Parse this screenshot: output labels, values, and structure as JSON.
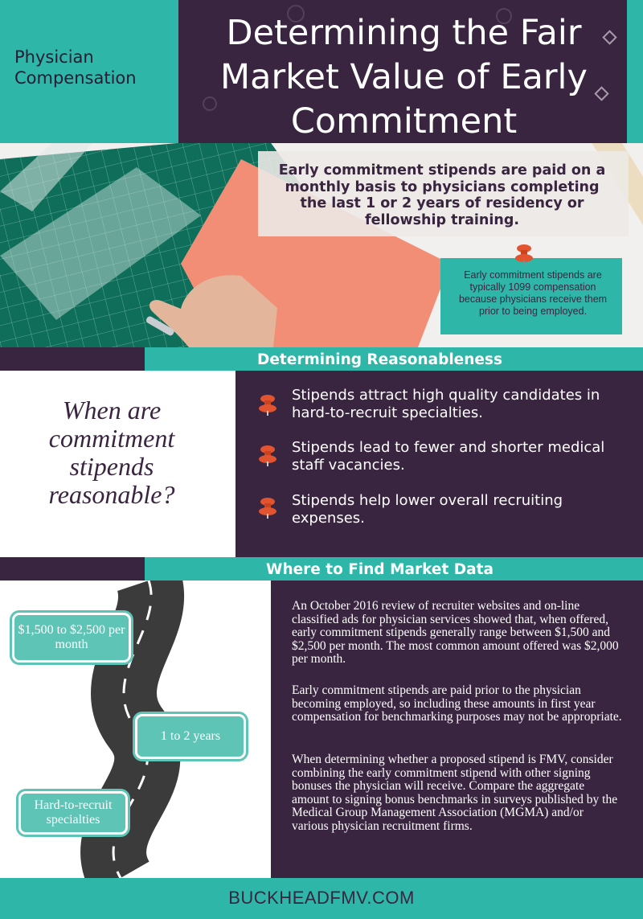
{
  "header": {
    "subtitle": "Physician Compensation",
    "title": "Determining the Fair Market Value of Early Commitment"
  },
  "intro": {
    "text": "Early commitment stipends are paid on a monthly basis to physicians completing the last 1 or 2 years of residency or fellowship training.",
    "note": "Early commitment stipends are typically 1099 compensation because physicians receive them prior to being employed."
  },
  "reasonableness": {
    "heading": "Determining Reasonableness",
    "question": "When are commitment stipends reasonable?",
    "bullets": [
      "Stipends attract high quality candidates in hard-to-recruit specialties.",
      "Stipends lead to fewer and shorter medical staff vacancies.",
      "Stipends help lower overall recruiting expenses."
    ]
  },
  "market": {
    "heading": "Where to Find Market Data",
    "road_labels": [
      "$1,500 to $2,500 per month",
      "1 to 2 years",
      "Hard-to-recruit specialties"
    ],
    "paragraphs": [
      "An October 2016 review of recruiter websites and on-line classified ads for physician services showed that, when offered, early commitment stipends generally range between $1,500 and $2,500 per month. The most common amount offered was $2,000 per month.",
      "Early commitment stipends are paid prior to the physician becoming employed, so including these amounts in first year compensation for benchmarking purposes may not be appropriate.",
      "When determining whether a proposed stipend is FMV, consider combining the early commitment stipend with other signing bonuses the physician will receive. Compare the aggregate amount to signing bonus benchmarks in surveys published by the Medical Group Management Association (MGMA) and/or various physician recruitment firms."
    ]
  },
  "footer": {
    "text": "BUCKHEADFMV.COM"
  },
  "colors": {
    "teal": "#2eb7a8",
    "purple": "#3a2540",
    "pushpin": "#e2542f",
    "label_teal": "#5ec4b6"
  },
  "icons": {
    "bullet": "pushpin-icon"
  }
}
